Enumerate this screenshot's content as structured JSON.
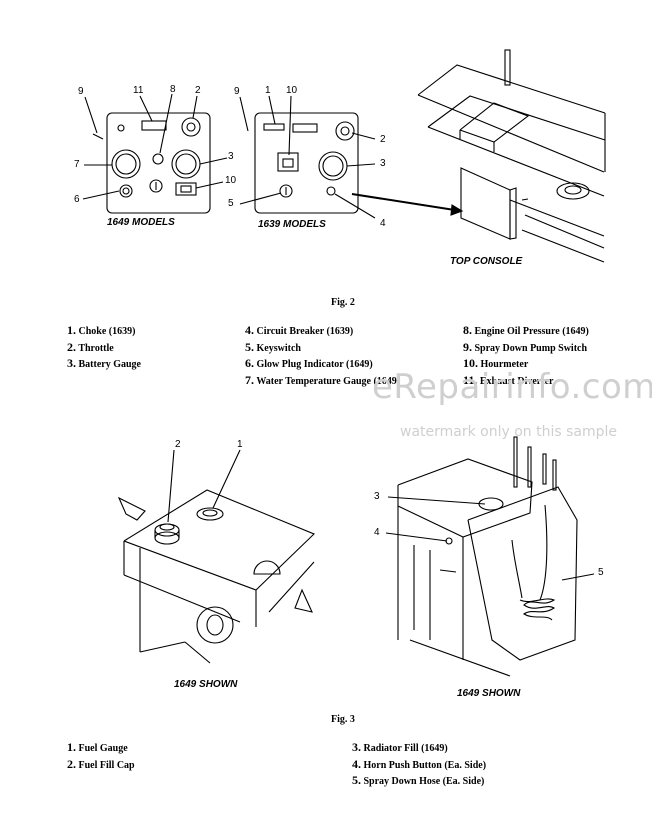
{
  "fig2": {
    "panel_left_caption": "1649 MODELS",
    "panel_right_caption": "1639 MODELS",
    "console_caption": "TOP CONSOLE",
    "title": "Fig. 2",
    "callouts_left": {
      "c9": "9",
      "c11": "11",
      "c8": "8",
      "c2": "2",
      "c7": "7",
      "c3": "3",
      "c6": "6",
      "c10": "10"
    },
    "callouts_right": {
      "c9": "9",
      "c1": "1",
      "c10": "10",
      "c2": "2",
      "c3": "3",
      "c5": "5",
      "c4": "4"
    },
    "legend_col1": [
      {
        "num": "1.",
        "text": "Choke (1639)"
      },
      {
        "num": "2.",
        "text": "Throttle"
      },
      {
        "num": "3.",
        "text": "Battery Gauge"
      }
    ],
    "legend_col2": [
      {
        "num": "4.",
        "text": "Circuit Breaker (1639)"
      },
      {
        "num": "5.",
        "text": "Keyswitch"
      },
      {
        "num": "6.",
        "text": "Glow Plug Indicator (1649)"
      },
      {
        "num": "7.",
        "text": "Water Temperature Gauge (1649)"
      }
    ],
    "legend_col3": [
      {
        "num": "8.",
        "text": "Engine Oil Pressure (1649)"
      },
      {
        "num": "9.",
        "text": "Spray Down Pump Switch"
      },
      {
        "num": "10.",
        "text": "Hourmeter"
      },
      {
        "num": "11.",
        "text": "Exhaust Diverter"
      }
    ]
  },
  "fig3": {
    "left_caption": "1649 SHOWN",
    "right_caption": "1649 SHOWN",
    "title": "Fig. 3",
    "callouts_left": {
      "c2": "2",
      "c1": "1"
    },
    "callouts_right": {
      "c3": "3",
      "c4": "4",
      "c5": "5"
    },
    "legend_col1": [
      {
        "num": "1.",
        "text": "Fuel Gauge"
      },
      {
        "num": "2.",
        "text": "Fuel Fill Cap"
      }
    ],
    "legend_col2": [
      {
        "num": "3.",
        "text": "Radiator Fill (1649)"
      },
      {
        "num": "4.",
        "text": "Horn Push Button (Ea. Side)"
      },
      {
        "num": "5.",
        "text": "Spray Down Hose (Ea. Side)"
      }
    ]
  },
  "watermark": {
    "brand": "eRepairinfo.com",
    "note": "watermark only on this sample"
  }
}
